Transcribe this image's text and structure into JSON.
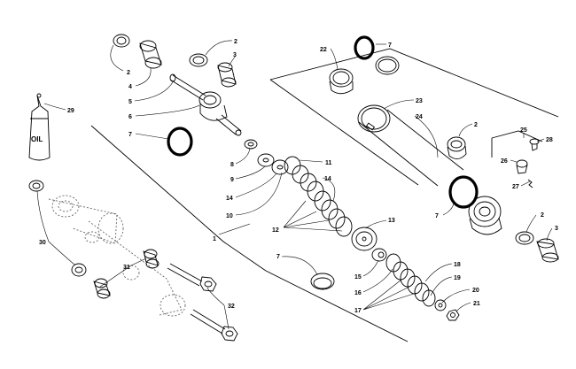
{
  "diagram": {
    "callouts": [
      {
        "id": "c2a",
        "text": "2"
      },
      {
        "id": "c3a",
        "text": "3"
      },
      {
        "id": "c2b",
        "text": "2"
      },
      {
        "id": "c4",
        "text": "4"
      },
      {
        "id": "c5",
        "text": "5"
      },
      {
        "id": "c6",
        "text": "6"
      },
      {
        "id": "c7a",
        "text": "7"
      },
      {
        "id": "c8",
        "text": "8"
      },
      {
        "id": "c9",
        "text": "9"
      },
      {
        "id": "c14a",
        "text": "14"
      },
      {
        "id": "c10",
        "text": "10"
      },
      {
        "id": "c11",
        "text": "11"
      },
      {
        "id": "c14b",
        "text": "14"
      },
      {
        "id": "c12",
        "text": "12"
      },
      {
        "id": "c13",
        "text": "13"
      },
      {
        "id": "c1",
        "text": "1"
      },
      {
        "id": "c7b",
        "text": "7"
      },
      {
        "id": "c15",
        "text": "15"
      },
      {
        "id": "c16",
        "text": "16"
      },
      {
        "id": "c17",
        "text": "17"
      },
      {
        "id": "c18",
        "text": "18"
      },
      {
        "id": "c19",
        "text": "19"
      },
      {
        "id": "c20",
        "text": "20"
      },
      {
        "id": "c21",
        "text": "21"
      },
      {
        "id": "c22",
        "text": "22"
      },
      {
        "id": "c7c",
        "text": "7"
      },
      {
        "id": "c23",
        "text": "23"
      },
      {
        "id": "c24",
        "text": "24"
      },
      {
        "id": "c2c",
        "text": "2"
      },
      {
        "id": "c25",
        "text": "25"
      },
      {
        "id": "c28",
        "text": "28"
      },
      {
        "id": "c26",
        "text": "26"
      },
      {
        "id": "c27",
        "text": "27"
      },
      {
        "id": "c7d",
        "text": "7"
      },
      {
        "id": "c2d",
        "text": "2"
      },
      {
        "id": "c3b",
        "text": "3"
      },
      {
        "id": "c29",
        "text": "29"
      },
      {
        "id": "c30",
        "text": "30"
      },
      {
        "id": "c31",
        "text": "31"
      },
      {
        "id": "c32",
        "text": "32"
      }
    ],
    "oil_bottle_label": "OIL"
  }
}
